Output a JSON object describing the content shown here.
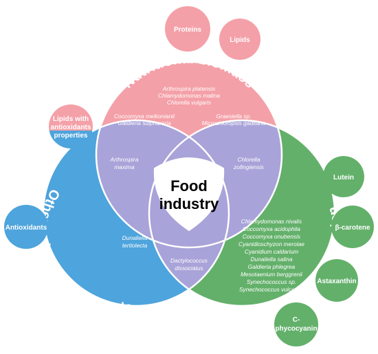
{
  "center": {
    "line1": "Food",
    "line2": "industry"
  },
  "sections": {
    "nutritional": {
      "title": "Nutritional biomass",
      "color": "#f4a0a8"
    },
    "other": {
      "title": "Other valuable compounds",
      "color": "#4ea4dc"
    },
    "pigments": {
      "title": "Pigments production",
      "color": "#63b06a"
    }
  },
  "overlap_color": "#a8a3d8",
  "species": {
    "nutritional_top": [
      "Arthrospira platensis",
      "Chlamydomonas malina",
      "Chlorella vulgaris"
    ],
    "nutritional_left": [
      "Coccomyxa melkonianii",
      "Galdieria sulphuraria"
    ],
    "nutritional_right": [
      "Graesiella sp.",
      "Microchloropsis gaditana"
    ],
    "nutritional_other": [
      "Arthrospira",
      "maxima"
    ],
    "nutritional_pigments": [
      "Chlorella",
      "zofingiensis"
    ],
    "other_only": [
      "Dunaliella",
      "tertiolecta"
    ],
    "other_pigments": [
      "Dactylococcus",
      "dissociatus"
    ],
    "pigments_only": [
      "Chlamydomonas nivalis",
      "Coccomyxa acidophila",
      "Coccomyxa onubensis",
      "Cyanidioschyzon merolae",
      "Cyanidium caldarium",
      "Dunaliella salina",
      "Galdieria phlegrea",
      "Mesotaenium berggrenii",
      "Synechococcus sp.",
      "Synechococcus vulcanus"
    ]
  },
  "bubbles": {
    "proteins": {
      "lines": [
        "Proteins"
      ],
      "color": "#f4a0a8"
    },
    "lipids": {
      "lines": [
        "Lipids"
      ],
      "color": "#f4a0a8"
    },
    "lipids_antiox": {
      "lines": [
        "Lipids with",
        "antioxidants",
        "properties"
      ],
      "color_top": "#f4a0a8",
      "color_bottom": "#4ea4dc"
    },
    "antioxidants": {
      "lines": [
        "Antioxidants"
      ],
      "color": "#4ea4dc"
    },
    "lutein": {
      "lines": [
        "Lutein"
      ],
      "color": "#63b06a"
    },
    "beta_carotene": {
      "lines": [
        "β-carotene"
      ],
      "color": "#63b06a"
    },
    "astaxanthin": {
      "lines": [
        "Astaxanthin"
      ],
      "color": "#63b06a"
    },
    "c_phycocyanin": {
      "lines": [
        "C-",
        "phycocyanin"
      ],
      "color": "#63b06a"
    }
  }
}
